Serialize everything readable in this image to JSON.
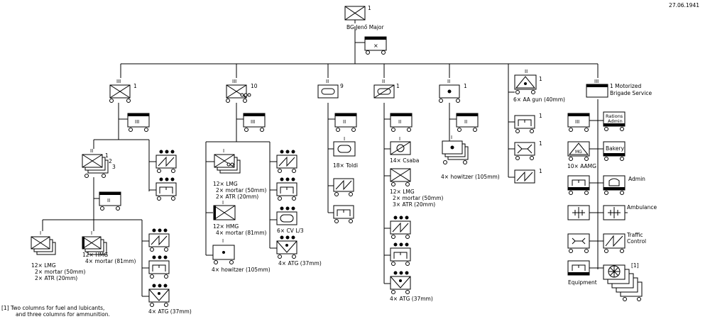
{
  "date": "27.06.1941",
  "hq": {
    "size": "1",
    "label": "BG Jenő Major"
  },
  "units": {
    "u1": {
      "size": "1"
    },
    "u2": {
      "size": "10"
    },
    "u3": {
      "size": "9"
    },
    "u4": {
      "size": "1"
    },
    "u5": {
      "size": "1"
    },
    "u6": {
      "size": "1",
      "label": "6× AA gun (40mm)"
    },
    "u7": {
      "size": "1",
      "label_line1": "1 Motorized",
      "label_line2": "Brigade Service"
    }
  },
  "col1": {
    "bat_sizes": [
      "1",
      "2",
      "3"
    ],
    "rifle_label": [
      "12× LMG",
      "2× mortar (50mm)",
      "2× ATR (20mm)"
    ],
    "mg_label": [
      "12× HMG",
      "4× mortar (81mm)"
    ],
    "atg_label": "4× ATG (37mm)"
  },
  "col2": {
    "rifle_label": [
      "12× LMG",
      "2× mortar (50mm)",
      "2× ATR (20mm)"
    ],
    "mg_label": [
      "12× HMG",
      "4× mortar (81mm)"
    ],
    "how_label": "4× howitzer (105mm)",
    "cv_label": "6× CV L/3",
    "atg_label": "4× ATG (37mm)"
  },
  "col3": {
    "toldi_label": "18× Toldi"
  },
  "col4": {
    "csaba_label": "14× Csaba",
    "rifle_label": [
      "12× LMG",
      "2× mortar (50mm)",
      "3× ATR (20mm)"
    ],
    "atg_label": "4× ATG (37mm)"
  },
  "col5": {
    "how_label": "4× howitzer (105mm)"
  },
  "col6": {
    "sizes": [
      "1",
      "1",
      "1"
    ]
  },
  "col7": {
    "rations_label": [
      "Rations",
      "Admin"
    ],
    "aamg_inner": "MG",
    "aamg_label": "10× AAMG",
    "bakery_label": "Bakery",
    "admin_label": "Admin",
    "ambulance_label": "Ambulance",
    "traffic_label": [
      "Traffic",
      "Control"
    ],
    "equipment_label": "Equipment",
    "columns_note": "[1]"
  },
  "footnote": [
    "[1] Two columns for fuel and lubicants,",
    "and three columns for ammunition."
  ]
}
